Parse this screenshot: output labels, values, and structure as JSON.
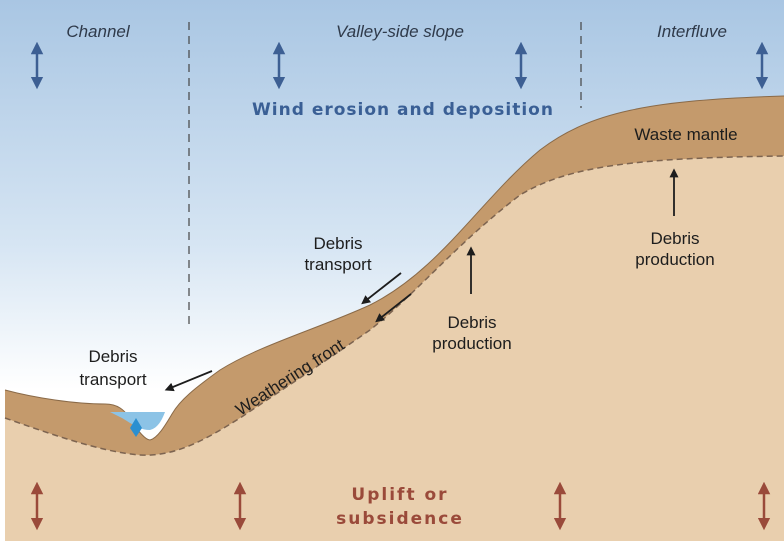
{
  "zones": {
    "channel": "Channel",
    "valley_side_slope": "Valley-side slope",
    "interfluve": "Interfluve"
  },
  "wind_label": "Wind erosion and deposition",
  "uplift_label": {
    "line1": "Uplift or",
    "line2": "subsidence"
  },
  "waste_mantle": "Waste mantle",
  "weathering_front": "Weathering front",
  "debris_production_interfluve": {
    "line1": "Debris",
    "line2": "production"
  },
  "debris_production_slope": {
    "line1": "Debris",
    "line2": "production"
  },
  "debris_transport_slope": {
    "line1": "Debris",
    "line2": "transport"
  },
  "debris_transport_channel": {
    "line1": "Debris",
    "line2": "transport"
  },
  "colors": {
    "sky_top": "#aac8e4",
    "sky_bottom": "#ffffff",
    "bedrock": "#e9cfae",
    "waste_mantle": "#c49a6c",
    "water": "#8cc3e6",
    "wind_arrow": "#3d5f93",
    "uplift_arrow": "#9a4a3a",
    "text_dark": "#1d1d1d"
  }
}
